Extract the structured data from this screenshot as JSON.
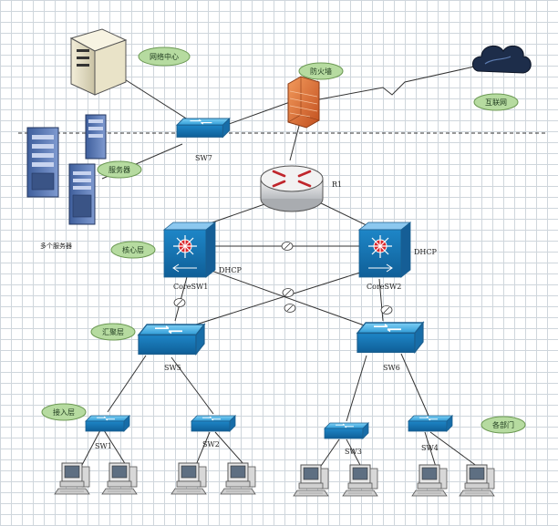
{
  "colors": {
    "bubble_fill": "#b6dba0",
    "bubble_stroke": "#6d9a55",
    "switch_blue": "#2f9bd6",
    "core_blue": "#2a80c2",
    "firewall": "#e0733a",
    "link": "#333333"
  },
  "bubbles": {
    "network_center": "网络中心",
    "firewall": "防火墙",
    "internet": "互联网",
    "servers": "服务器",
    "core_layer": "核心层",
    "aggregation_layer": "汇聚层",
    "access_layer": "接入层",
    "departments": "各部门"
  },
  "labels": {
    "sw7": "SW7",
    "r1": "R1",
    "multi_servers": "多个服务器",
    "dhcp_left": "DHCP",
    "dhcp_right": "DHCP",
    "coresw1": "CoreSW1",
    "coresw2": "CoreSW2",
    "sw5": "SW5",
    "sw6": "SW6",
    "sw1": "SW1",
    "sw2": "SW2",
    "sw3": "SW3",
    "sw4": "SW4"
  },
  "icons": [
    "server-tower-icon",
    "server-rack-icon",
    "cloud-icon",
    "firewall-icon",
    "router-icon",
    "core-switch-icon",
    "switch-icon",
    "workstation-icon"
  ]
}
